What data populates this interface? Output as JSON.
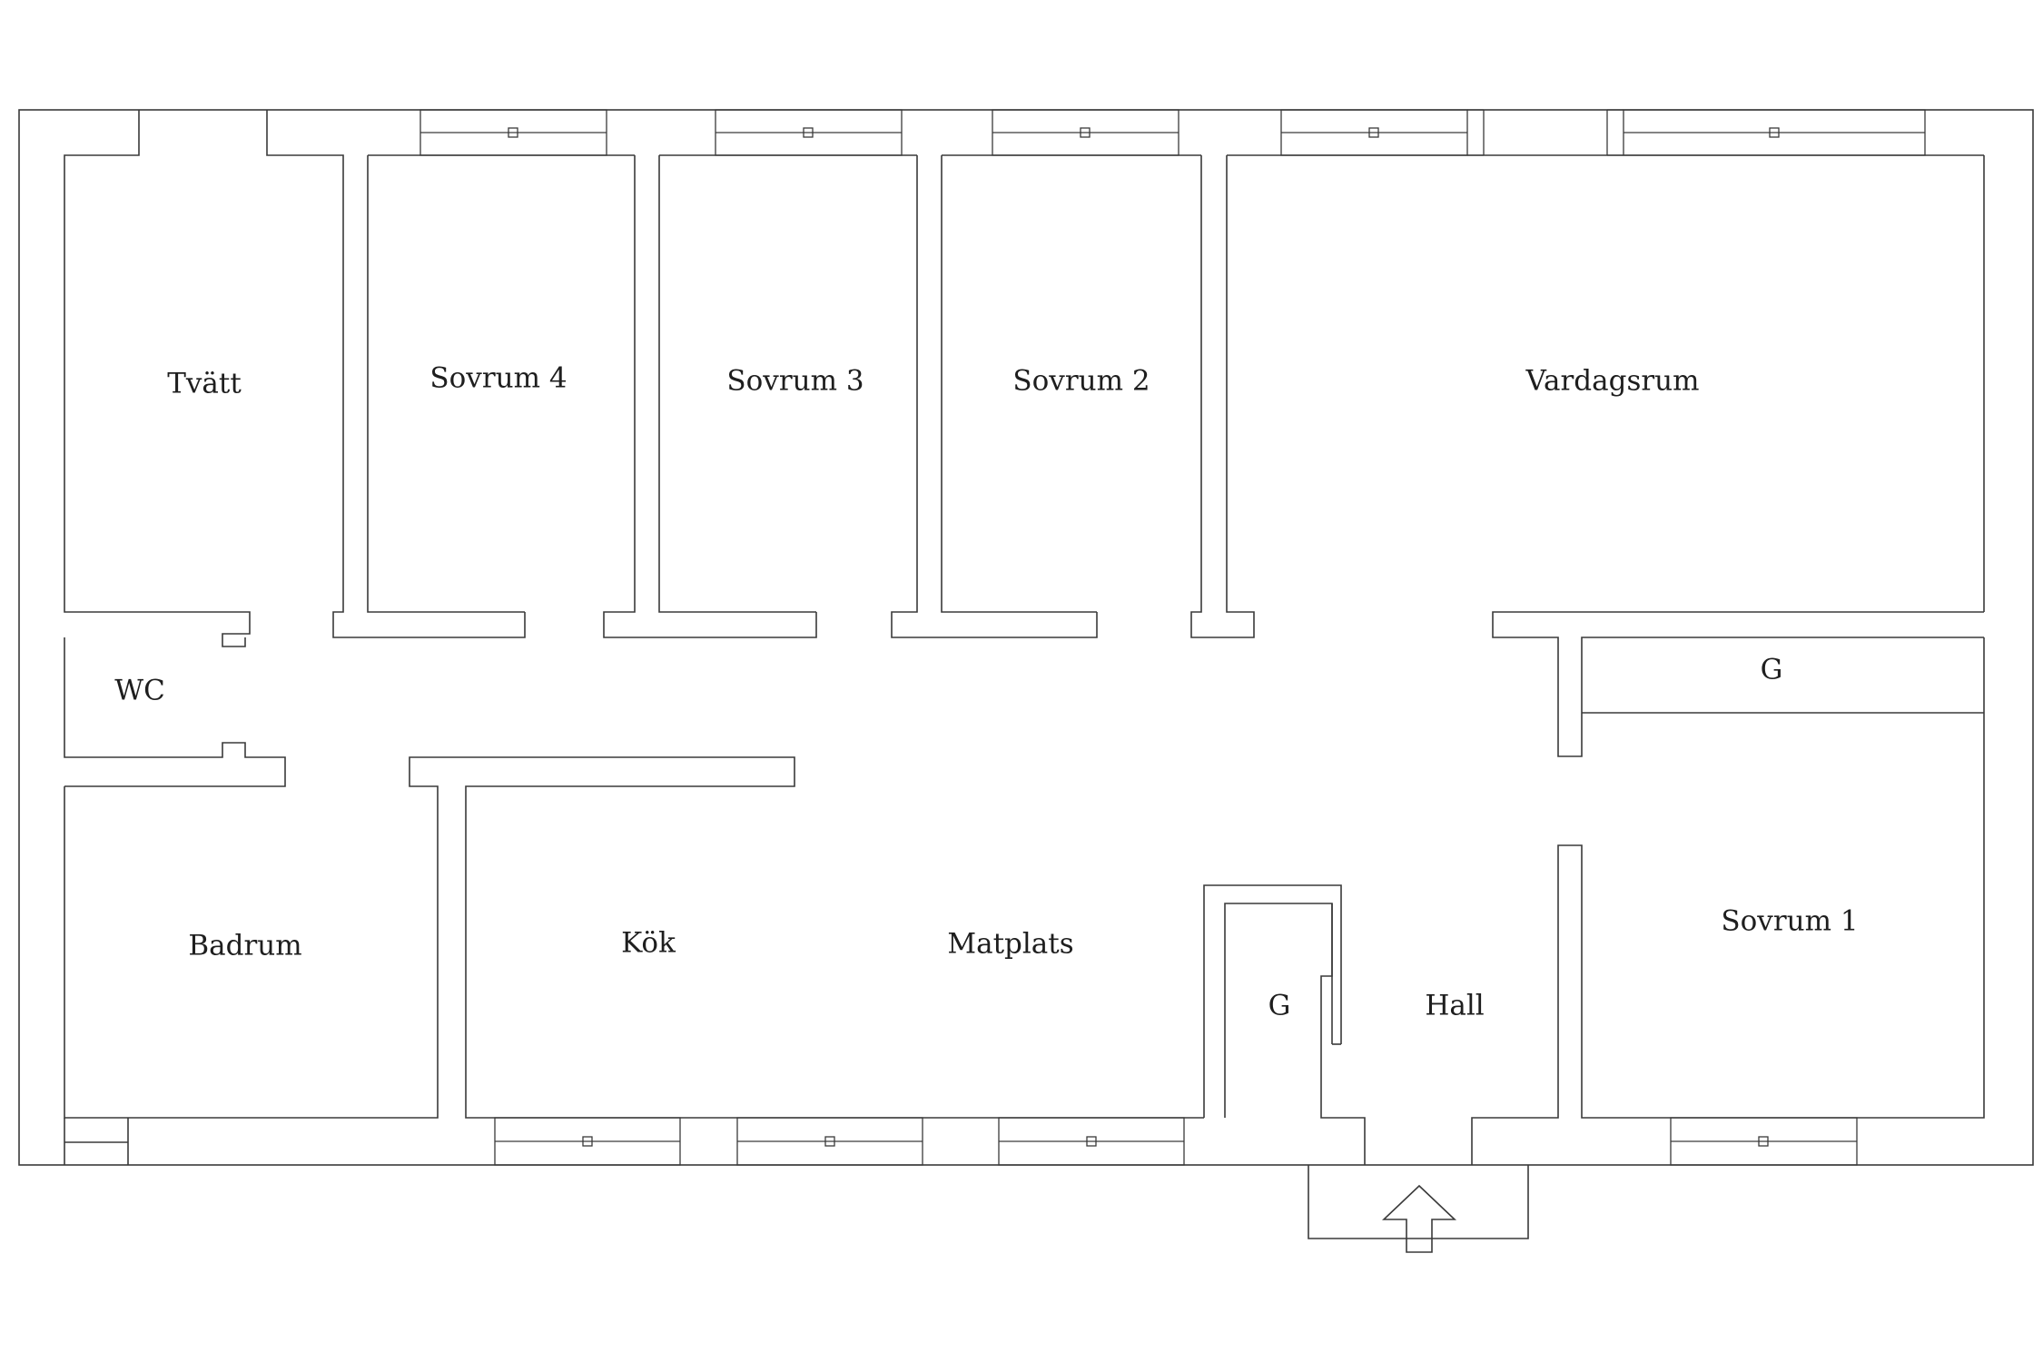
{
  "rooms": {
    "tvatt": "Tvätt",
    "sovrum4": "Sovrum 4",
    "sovrum3": "Sovrum 3",
    "sovrum2": "Sovrum 2",
    "vardagsrum": "Vardagsrum",
    "wc": "WC",
    "g_north": "G",
    "badrum": "Badrum",
    "kok": "Kök",
    "matplats": "Matplats",
    "g_hall": "G",
    "hall": "Hall",
    "sovrum1": "Sovrum 1"
  }
}
